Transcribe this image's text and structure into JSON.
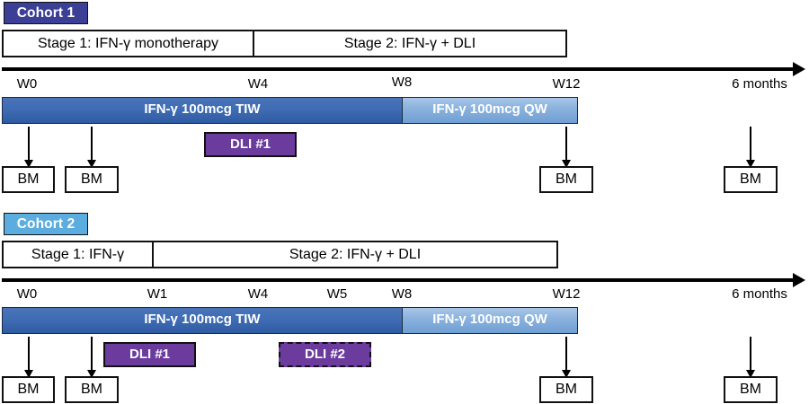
{
  "figure": {
    "title": "Clinical trial treatment schema: IFN-gamma with DLI, two cohorts",
    "colors": {
      "cohort1_tag": "#3b3f96",
      "cohort2_tag": "#5bacdf",
      "drug_tiw": "#3f6cb4",
      "drug_qw": "#8bb3dd",
      "dli": "#6b3b9e",
      "axis": "#000000",
      "box_border": "#111111"
    }
  },
  "cohorts": [
    {
      "id": "cohort-1",
      "tag_label": "Cohort 1",
      "stages": [
        {
          "id": "stage-1",
          "label": "Stage 1: IFN-γ monotherapy"
        },
        {
          "id": "stage-2",
          "label": "Stage 2: IFN-γ + DLI"
        }
      ],
      "timeline": {
        "ticks": [
          "W0",
          "W4",
          "W8",
          "W12",
          "6 months"
        ],
        "end_label": "6 months"
      },
      "drug_bars": [
        {
          "id": "ifn-tiw",
          "label": "IFN-γ 100mcg TIW",
          "schedule": "TIW"
        },
        {
          "id": "ifn-qw",
          "label": "IFN-γ 100mcg QW",
          "schedule": "QW"
        }
      ],
      "dli_events": [
        {
          "id": "dli-1",
          "label": "DLI #1",
          "style": "solid"
        }
      ],
      "assessments": [
        {
          "id": "bm-w0",
          "label": "BM"
        },
        {
          "id": "bm-w1",
          "label": "BM"
        },
        {
          "id": "bm-w12",
          "label": "BM"
        },
        {
          "id": "bm-6mo",
          "label": "BM"
        }
      ]
    },
    {
      "id": "cohort-2",
      "tag_label": "Cohort 2",
      "stages": [
        {
          "id": "stage-1",
          "label": "Stage 1: IFN-γ"
        },
        {
          "id": "stage-2",
          "label": "Stage 2: IFN-γ + DLI"
        }
      ],
      "timeline": {
        "ticks": [
          "W0",
          "W1",
          "W4",
          "W5",
          "W8",
          "W12",
          "6 months"
        ],
        "end_label": "6 months"
      },
      "drug_bars": [
        {
          "id": "ifn-tiw",
          "label": "IFN-γ 100mcg TIW",
          "schedule": "TIW"
        },
        {
          "id": "ifn-qw",
          "label": "IFN-γ 100mcg QW",
          "schedule": "QW"
        }
      ],
      "dli_events": [
        {
          "id": "dli-1",
          "label": "DLI #1",
          "style": "solid"
        },
        {
          "id": "dli-2",
          "label": "DLI #2",
          "style": "dashed"
        }
      ],
      "assessments": [
        {
          "id": "bm-w0",
          "label": "BM"
        },
        {
          "id": "bm-w1",
          "label": "BM"
        },
        {
          "id": "bm-w12",
          "label": "BM"
        },
        {
          "id": "bm-6mo",
          "label": "BM"
        }
      ]
    }
  ]
}
